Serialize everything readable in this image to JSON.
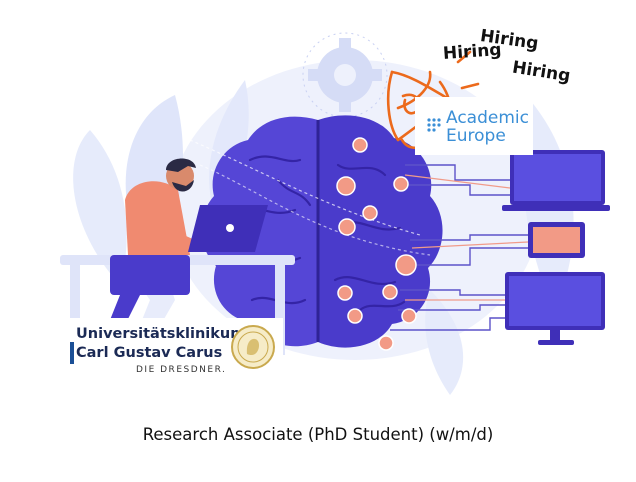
{
  "hiring_words": [
    "Hiring",
    "Hiring",
    "Hiring"
  ],
  "academic_europe": {
    "line1": "Academic",
    "line2": "Europe",
    "color": "#3b8fd6"
  },
  "university": {
    "line1": "Universitätsklinikum",
    "line2": "Carl Gustav Carus",
    "tagline": "DIE DRESDNER.",
    "color": "#1b2a55"
  },
  "caption": "Research Associate (PhD Student) (w/m/d)",
  "colors": {
    "brain": "#5546d6",
    "brain_dark": "#3f2fb8",
    "node": "#f29a86",
    "pale_blue": "#e3e8fb",
    "person_shirt": "#f08a70"
  }
}
